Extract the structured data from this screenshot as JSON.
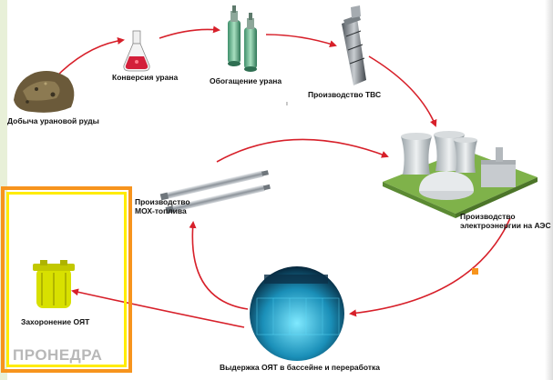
{
  "labels": {
    "mining": "Добыча урановой руды",
    "conversion": "Конверсия урана",
    "enrichment": "Обогащение урана",
    "fuel_assembly": "Производство ТВС",
    "power_line1": "Производство",
    "power_line2": "электроэнергии на АЭС",
    "storage": "Выдержка ОЯТ в бассейне и переработка",
    "mox_line1": "Производство",
    "mox_line2": "МОХ-топлива",
    "burial": "Захоронение ОЯТ"
  },
  "watermark": "ПРОНЕДРА",
  "colors": {
    "arrow": "#d7202a",
    "frame_orange": "#f7941d",
    "frame_yellow": "#ffec00"
  }
}
